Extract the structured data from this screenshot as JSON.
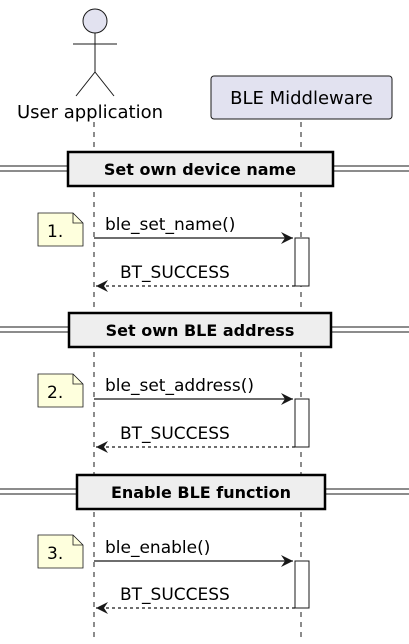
{
  "participants": {
    "actor": "User application",
    "middleware": "BLE Middleware"
  },
  "sections": [
    {
      "title": "Set own device name",
      "note": "1.",
      "request": "ble_set_name()",
      "response": "BT_SUCCESS"
    },
    {
      "title": "Set own BLE address",
      "note": "2.",
      "request": "ble_set_address()",
      "response": "BT_SUCCESS"
    },
    {
      "title": "Enable BLE function",
      "note": "3.",
      "request": "ble_enable()",
      "response": "BT_SUCCESS"
    }
  ],
  "colors": {
    "participant_fill": "#E2E2F0",
    "section_fill": "#EEEEEE",
    "note_fill": "#FEFFDD",
    "line": "#181818"
  }
}
